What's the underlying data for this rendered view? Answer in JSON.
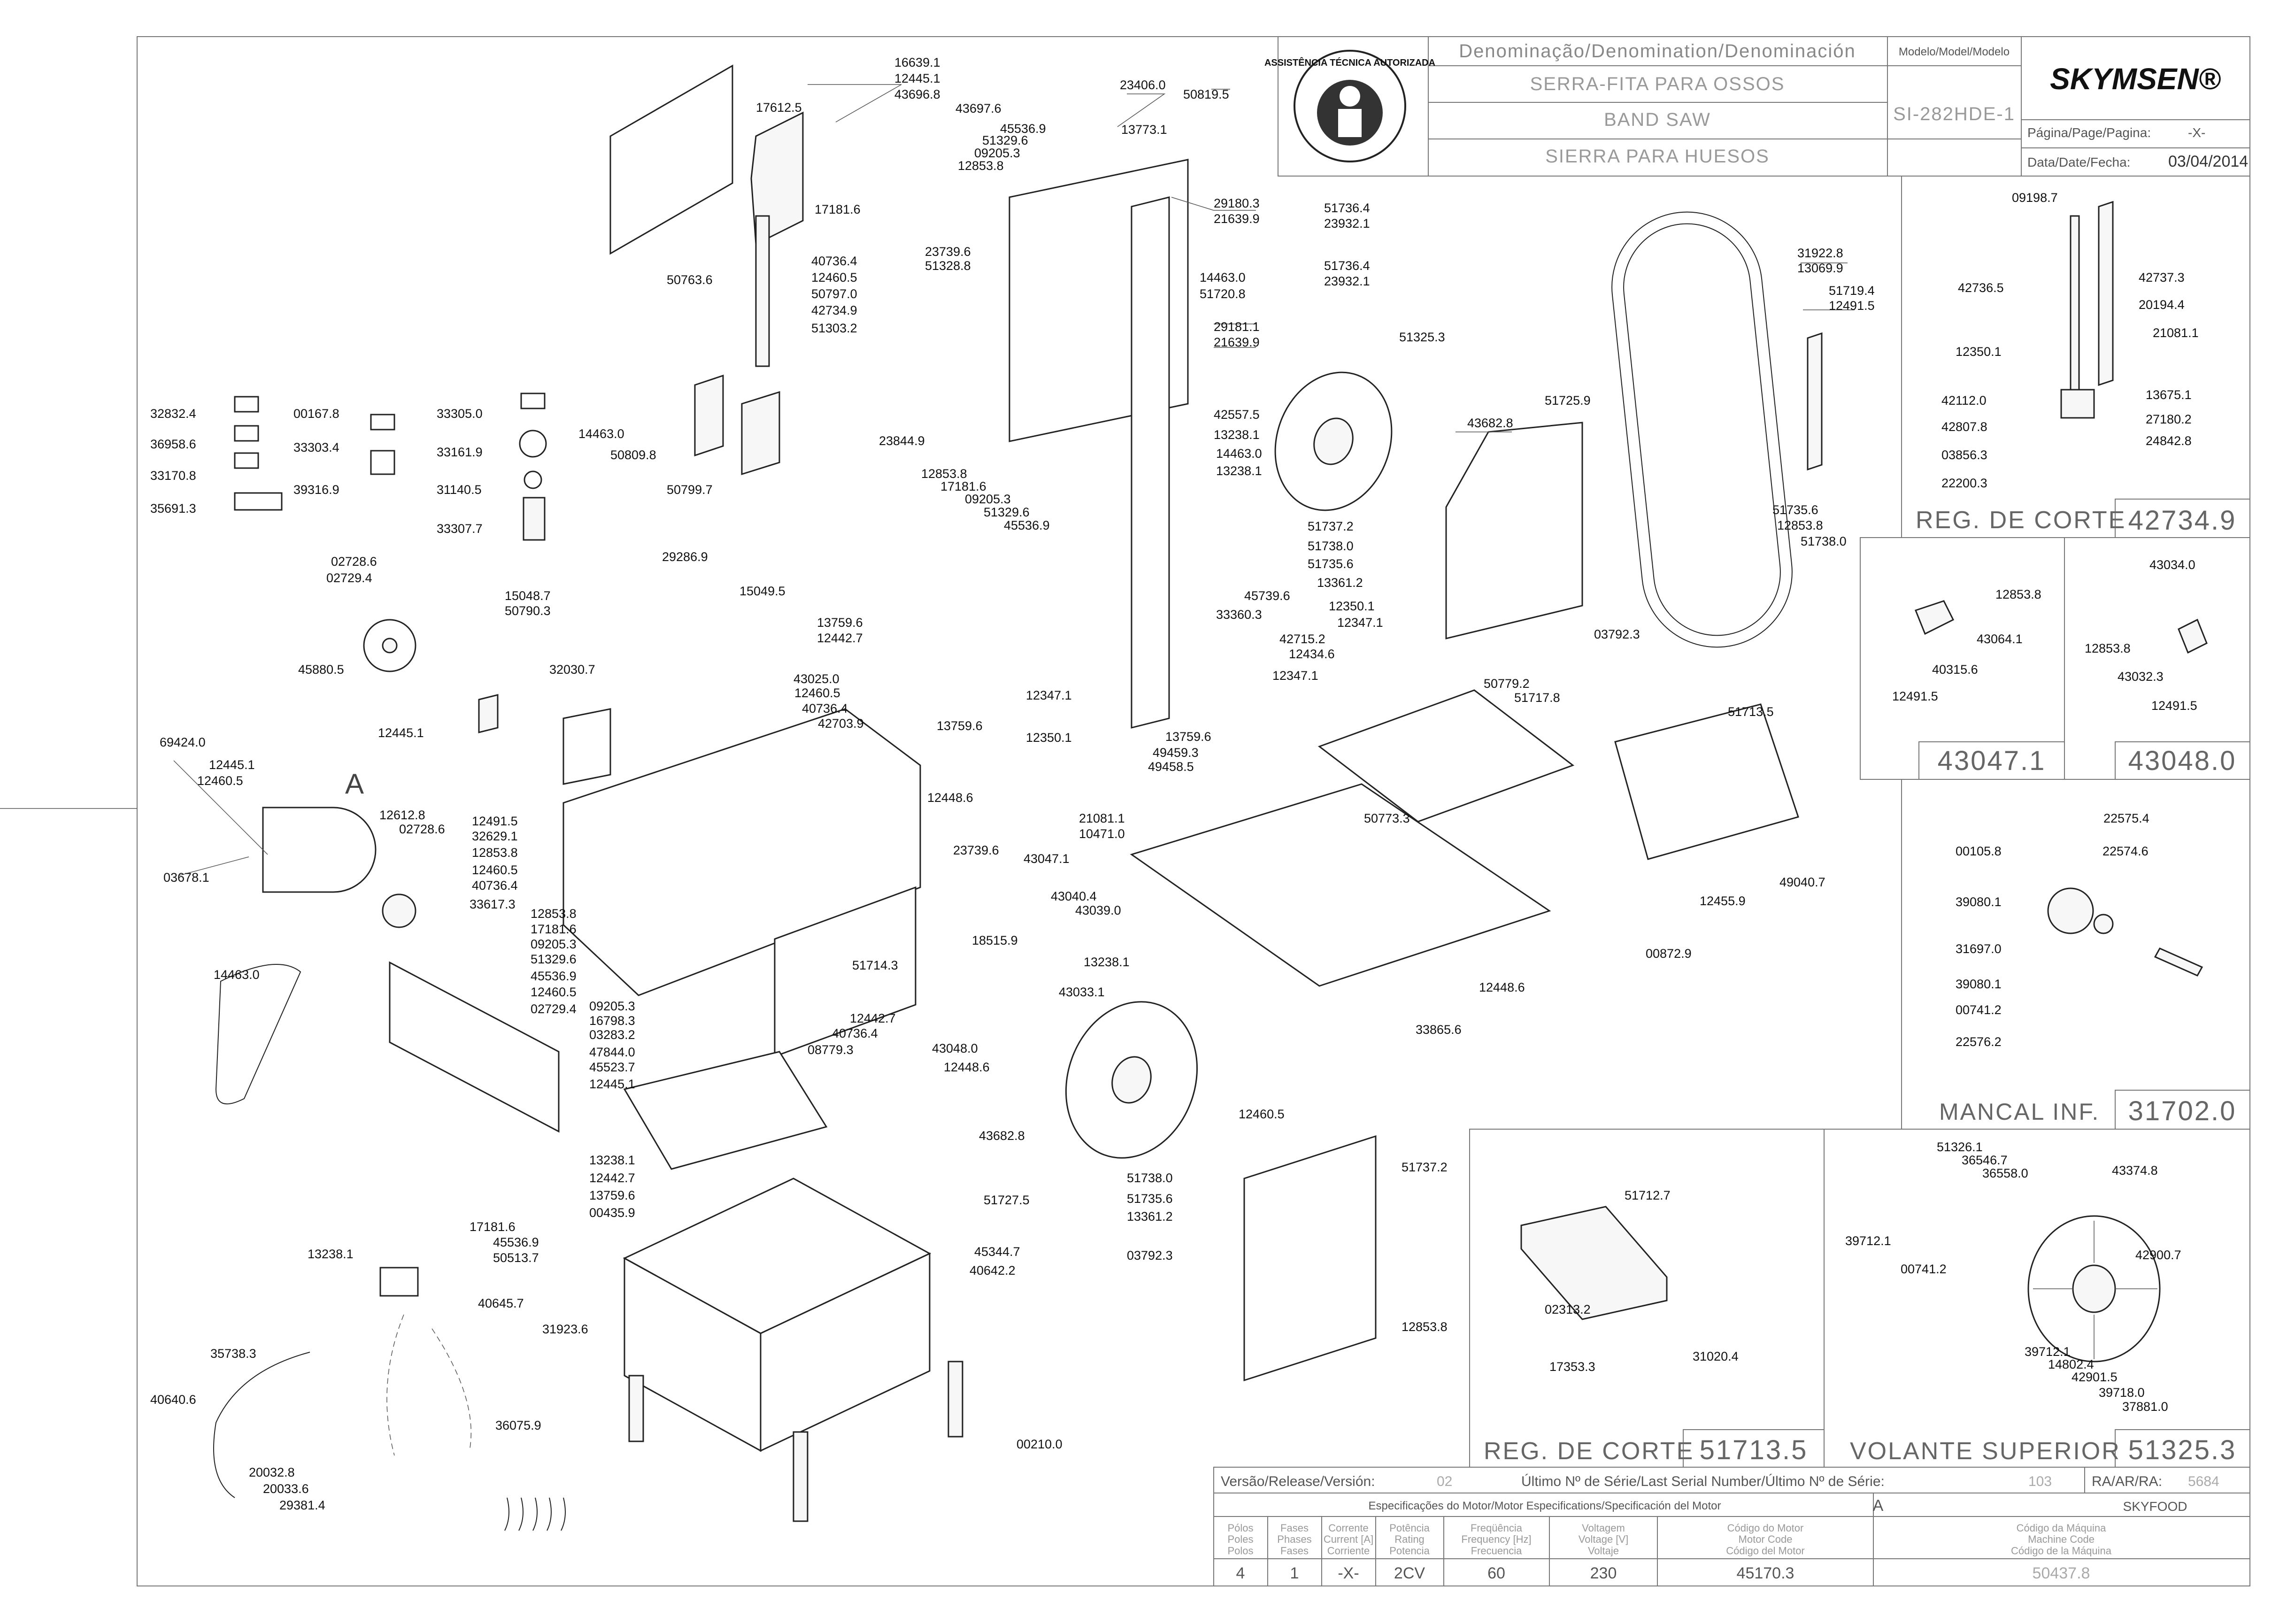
{
  "title_block": {
    "denomination_header": "Denominação/Denomination/Denominación",
    "name_pt": "SERRA-FITA PARA OSSOS",
    "name_en": "BAND SAW",
    "name_es": "SIERRA PARA HUESOS",
    "model_header": "Modelo/Model/Modelo",
    "model": "SI-282HDE-1",
    "brand": "SKYMSEN®",
    "page_label": "Página/Page/Pagina:",
    "page_value": "-X-",
    "date_label": "Data/Date/Fecha:",
    "date_value": "03/04/2014",
    "seal_text": "ASSISTÊNCIA TÉCNICA AUTORIZADA"
  },
  "details": {
    "reg_corte_1": {
      "label": "REG. DE CORTE",
      "code": "42734.9",
      "parts": [
        "09198.7",
        "42737.3",
        "42736.5",
        "20194.4",
        "21081.1",
        "12350.1",
        "42112.0",
        "13675.1",
        "27180.2",
        "42807.8",
        "24842.8",
        "03856.3",
        "22200.3"
      ]
    },
    "sub_43047": {
      "code": "43047.1",
      "parts": [
        "12853.8",
        "43064.1",
        "40315.6",
        "12491.5"
      ]
    },
    "sub_43048": {
      "code": "43048.0",
      "parts": [
        "43034.0",
        "12853.8",
        "43032.3",
        "12491.5"
      ]
    },
    "mancal_inf": {
      "label": "MANCAL INF.",
      "code": "31702.0",
      "parts": [
        "22575.4",
        "00105.8",
        "22574.6",
        "39080.1",
        "31697.0",
        "39080.1",
        "00741.2",
        "22576.2"
      ]
    },
    "reg_corte_2": {
      "label": "REG. DE CORTE",
      "code": "51713.5",
      "parts": [
        "51712.7",
        "02313.2",
        "17353.3",
        "31020.4"
      ]
    },
    "volante_superior": {
      "label": "VOLANTE SUPERIOR",
      "code": "51325.3",
      "parts": [
        "51326.1",
        "36546.7",
        "36558.0",
        "43374.8",
        "39712.1",
        "00741.2",
        "42900.7",
        "39712.1",
        "14802.4",
        "42901.5",
        "39718.0",
        "37881.0"
      ]
    }
  },
  "bottom_table": {
    "version_label": "Versão/Release/Versión:",
    "version_value": "02",
    "serial_label": "Último Nº de Série/Last Serial Number/Último Nº de Série:",
    "serial_value": "103",
    "ra_label": "RA/AR/RA:",
    "ra_value": "5684",
    "motor_spec_label": "Especificações do Motor/Motor Especifications/Specificación del Motor",
    "motor_id": "A",
    "machine_brand": "SKYFOOD",
    "col_polos": "Pólos\nPoles\nPolos",
    "col_fases": "Fases\nPhases\nFases",
    "col_corrente": "Corrente\nCurrent [A]\nCorriente",
    "col_potencia": "Potência\nRating\nPotencia",
    "col_freq": "Freqüência\nFrequency [Hz]\nFrecuencia",
    "col_voltagem": "Voltagem\nVoltage [V]\nVoltaje",
    "col_motor_code": "Código do Motor\nMotor Code\nCódigo del Motor",
    "col_machine_code": "Código da Máquina\nMachine Code\nCódigo de la Máquina",
    "v_polos": "4",
    "v_fases": "1",
    "v_corrente": "-X-",
    "v_potencia": "2CV",
    "v_freq": "60",
    "v_voltagem": "230",
    "v_motor_code": "45170.3",
    "v_machine_code": "50437.8"
  },
  "motor_marker": "A",
  "part_labels": [
    "16639.1",
    "12445.1",
    "43696.8",
    "17612.5",
    "43697.6",
    "45536.9",
    "51329.6",
    "09205.3",
    "12853.8",
    "23406.0",
    "50819.5",
    "13773.1",
    "17181.6",
    "29180.3",
    "21639.9",
    "51736.4",
    "23932.1",
    "23739.6",
    "51328.8",
    "40736.4",
    "12460.5",
    "50797.0",
    "42734.9",
    "51303.2",
    "14463.0",
    "51720.8",
    "51736.4",
    "23932.1",
    "29181.1",
    "21639.9",
    "50763.6",
    "31922.8",
    "13069.9",
    "51719.4",
    "12491.5",
    "51325.3",
    "14463.0",
    "50809.8",
    "50799.7",
    "23844.9",
    "42557.5",
    "13238.1",
    "12853.8",
    "17181.6",
    "09205.3",
    "51329.6",
    "45536.9",
    "14463.0",
    "13238.1",
    "43682.8",
    "51725.9",
    "32832.4",
    "00167.8",
    "33305.0",
    "36958.6",
    "33303.4",
    "33161.9",
    "33170.8",
    "39316.9",
    "31140.5",
    "35691.3",
    "33307.7",
    "51737.2",
    "51738.0",
    "51735.6",
    "13361.2",
    "51735.6",
    "12853.8",
    "51738.0",
    "02728.6",
    "02729.4",
    "29286.9",
    "15048.7",
    "50790.3",
    "15049.5",
    "13759.6",
    "12442.7",
    "45739.6",
    "33360.3",
    "03792.3",
    "45880.5",
    "32030.7",
    "43025.0",
    "12460.5",
    "40736.4",
    "42703.9",
    "12350.1",
    "12347.1",
    "42715.2",
    "12434.6",
    "12347.1",
    "12445.1",
    "13759.6",
    "12347.1",
    "12350.1",
    "50779.2",
    "51717.8",
    "51713.5",
    "69424.0",
    "12445.1",
    "12460.5",
    "13759.6",
    "49459.3",
    "49458.5",
    "12491.5",
    "32629.1",
    "12853.8",
    "12612.8",
    "02728.6",
    "12448.6",
    "23739.6",
    "21081.1",
    "10471.0",
    "50773.3",
    "03678.1",
    "12460.5",
    "40736.4",
    "12853.8",
    "17181.6",
    "09205.3",
    "51329.6",
    "45536.9",
    "12460.5",
    "02729.4",
    "33617.3",
    "43047.1",
    "43040.4",
    "43039.0",
    "13238.1",
    "49040.7",
    "12455.9",
    "18515.9",
    "00872.9",
    "14463.0",
    "51714.3",
    "12442.7",
    "40736.4",
    "08779.3",
    "43033.1",
    "43048.0",
    "12448.6",
    "12448.6",
    "09205.3",
    "16798.3",
    "03283.2",
    "47844.0",
    "45523.7",
    "12445.1",
    "33865.6",
    "43682.8",
    "12460.5",
    "13238.1",
    "12442.7",
    "13759.6",
    "00435.9",
    "51727.5",
    "51737.2",
    "51738.0",
    "51735.6",
    "13361.2",
    "03792.3",
    "12853.8",
    "17181.6",
    "45536.9",
    "50513.7",
    "13238.1",
    "45344.7",
    "40642.2",
    "40645.7",
    "31923.6",
    "35738.3",
    "40640.6",
    "36075.9",
    "20032.8",
    "20033.6",
    "29381.4",
    "00210.0"
  ]
}
